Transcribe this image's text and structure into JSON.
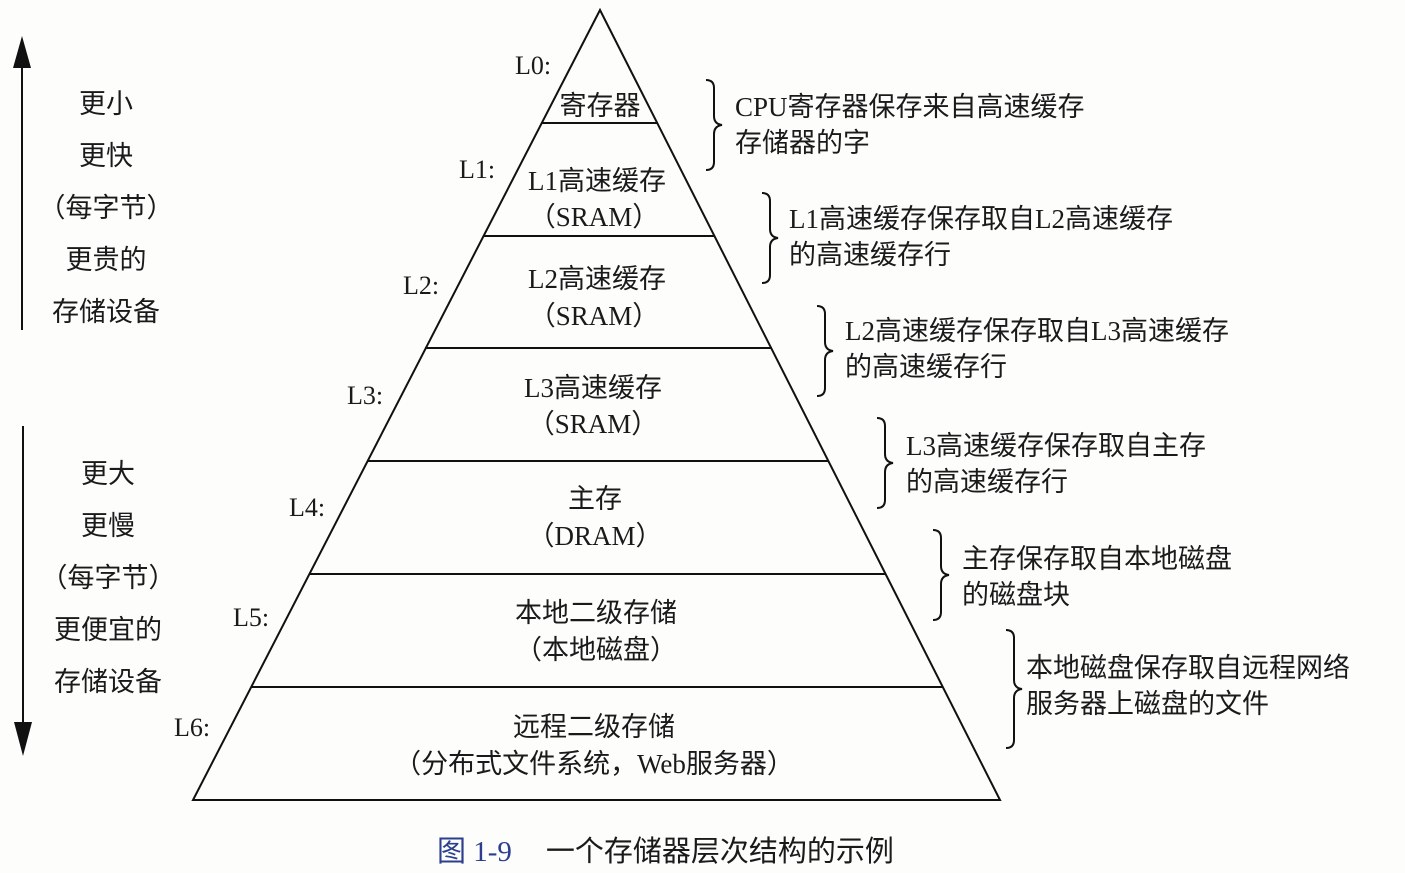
{
  "title": "一个存储器层次结构的示例",
  "figure_number": "图 1-9",
  "accent_color": "#2c3f8f",
  "top_arrow_label": [
    "更小",
    "更快",
    "（每字节）",
    "更贵的",
    "存储设备"
  ],
  "bottom_arrow_label": [
    "更大",
    "更慢",
    "（每字节）",
    "更便宜的",
    "存储设备"
  ],
  "levels": [
    {
      "id": "L0:",
      "line1": "寄存器",
      "line2": "",
      "description": [
        "CPU寄存器保存来自高速缓存",
        "存储器的字"
      ]
    },
    {
      "id": "L1:",
      "line1": "L1高速缓存",
      "line2": "（SRAM）",
      "description": [
        "L1高速缓存保存取自L2高速缓存",
        "的高速缓存行"
      ]
    },
    {
      "id": "L2:",
      "line1": "L2高速缓存",
      "line2": "（SRAM）",
      "description": [
        "L2高速缓存保存取自L3高速缓存",
        "的高速缓存行"
      ]
    },
    {
      "id": "L3:",
      "line1": "L3高速缓存",
      "line2": "（SRAM）",
      "description": [
        "L3高速缓存保存取自主存",
        "的高速缓存行"
      ]
    },
    {
      "id": "L4:",
      "line1": "主存",
      "line2": "（DRAM）",
      "description": [
        "主存保存取自本地磁盘",
        "的磁盘块"
      ]
    },
    {
      "id": "L5:",
      "line1": "本地二级存储",
      "line2": "（本地磁盘）",
      "description": [
        "本地磁盘保存取自远程网络",
        "服务器上磁盘的文件"
      ]
    },
    {
      "id": "L6:",
      "line1": "远程二级存储",
      "line2": "（分布式文件系统，Web服务器）",
      "description": []
    }
  ]
}
